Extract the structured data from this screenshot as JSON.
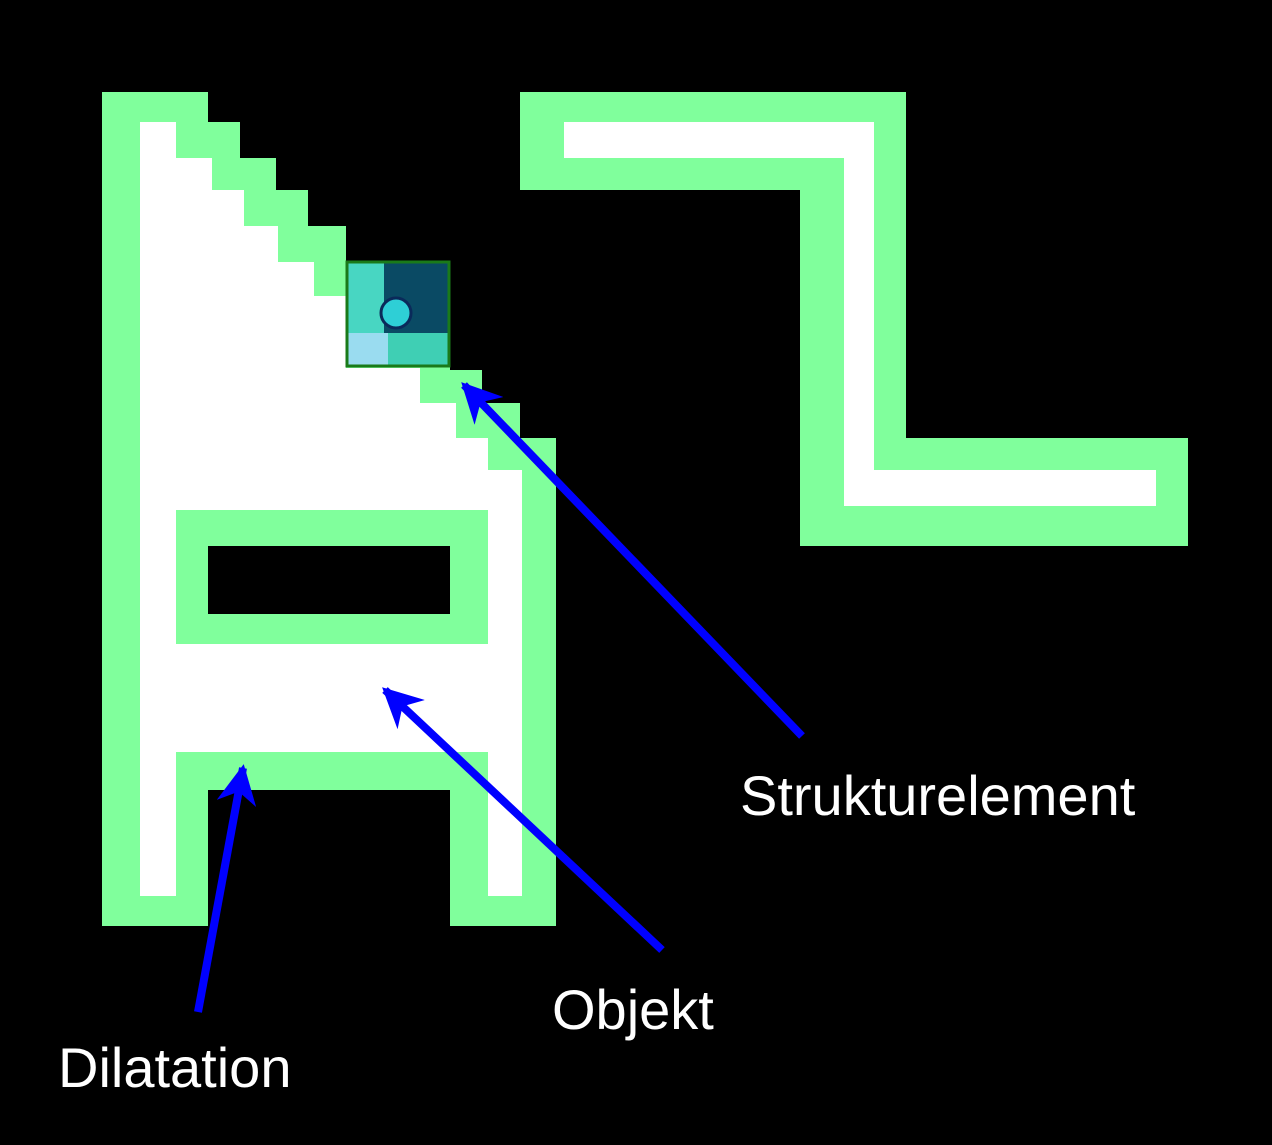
{
  "labels": {
    "strukturelement": "Strukturelement",
    "objekt": "Objekt",
    "dilatation": "Dilatation"
  },
  "colors": {
    "background": "#000000",
    "object": "#ffffff",
    "dilatation": "#80ff9c",
    "structuring_element_border": "#1a7a1a",
    "structuring_element_cells": [
      "#48d6c2",
      "#0a4a64",
      "#9adcf0",
      "#3fcfb4"
    ],
    "structuring_element_origin": "#2ecfd6",
    "arrow": "#0000ff"
  }
}
